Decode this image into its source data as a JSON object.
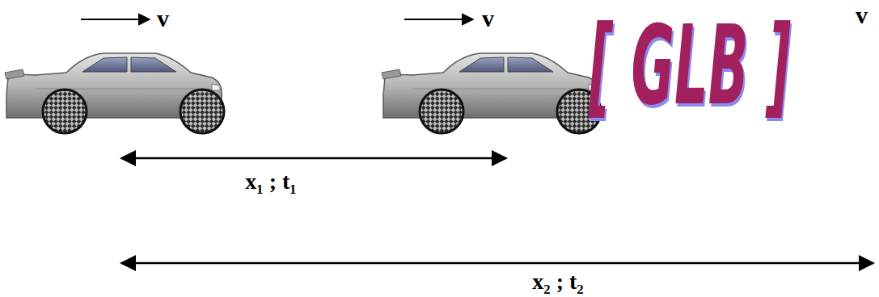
{
  "diagram": {
    "labels": [
      "v",
      "v",
      "v",
      "x₁ ; t₁",
      "x₂ ; t₂",
      "[ GLB ]"
    ]
  }
}
